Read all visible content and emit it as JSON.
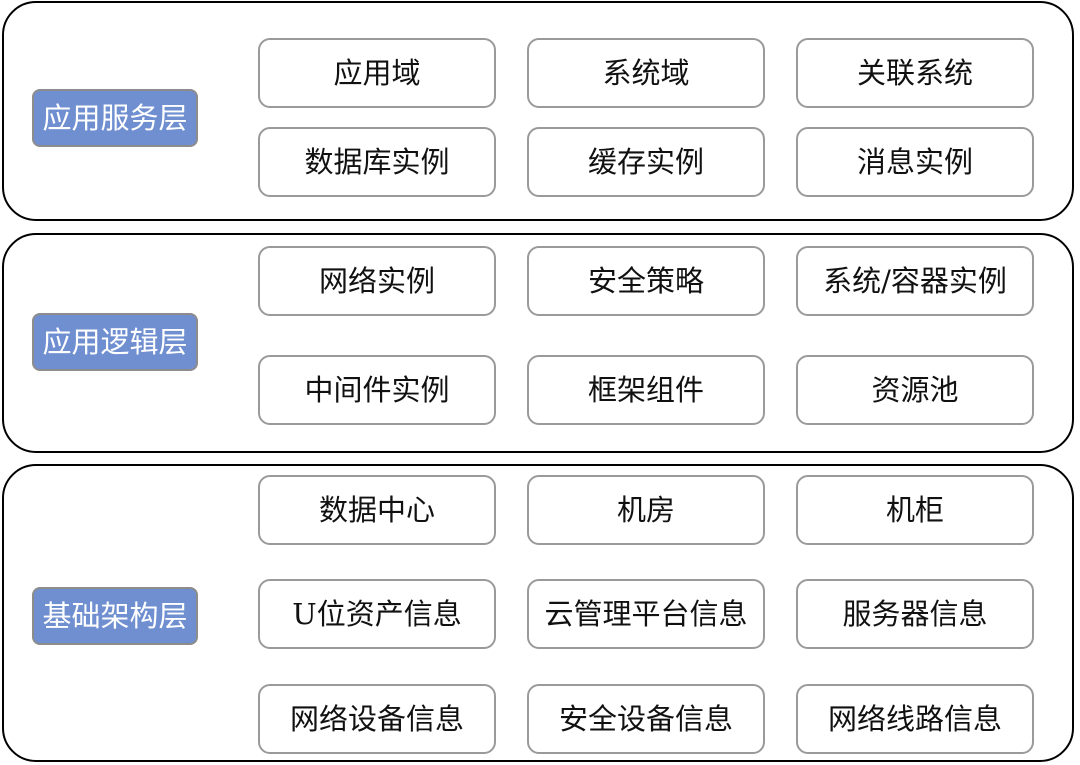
{
  "layers": [
    {
      "label": "应用服务层",
      "items": [
        "应用域",
        "系统域",
        "关联系统",
        "数据库实例",
        "缓存实例",
        "消息实例"
      ]
    },
    {
      "label": "应用逻辑层",
      "items": [
        "网络实例",
        "安全策略",
        "系统/容器实例",
        "中间件实例",
        "框架组件",
        "资源池"
      ]
    },
    {
      "label": "基础架构层",
      "items": [
        "数据中心",
        "机房",
        "机柜",
        "U位资产信息",
        "云管理平台信息",
        "服务器信息",
        "网络设备信息",
        "安全设备信息",
        "网络线路信息"
      ]
    }
  ],
  "colors": {
    "label_fill": "#6f8fd1",
    "label_text": "#ffffff",
    "layer_border": "#000000",
    "item_border": "#9a9a9a"
  }
}
